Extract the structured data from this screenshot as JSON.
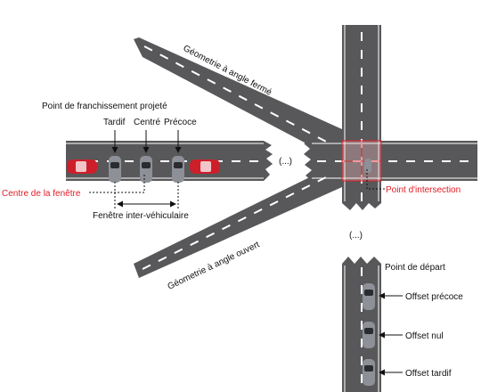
{
  "labels": {
    "geometry_closed": "Géometrie à angle fermé",
    "geometry_open": "Géometrie à angle ouvert",
    "projected_crossing_point": "Point de franchissement projeté",
    "late": "Tardif",
    "centered": "Centré",
    "early": "Précoce",
    "window_center": "Centre de la fenêtre",
    "inter_vehicle_window": "Fenêtre inter-véhiculaire",
    "intersection_point": "Point d'intersection",
    "ellipsis_horizontal": "(...)",
    "ellipsis_vertical": "(...)",
    "starting_point": "Point de départ",
    "offset_early": "Offset précoce",
    "offset_null": "Offset nul",
    "offset_late": "Offset tardif"
  },
  "colors": {
    "road": "#58585a",
    "road_edge": "#ffffff",
    "lane_dash": "#ffffff",
    "highlight_red": "#e31b23",
    "intersection_fill": "#f2b8bd",
    "red_car": "#cc1f2a",
    "grey_car": "#8d9096",
    "text": "#111111"
  }
}
